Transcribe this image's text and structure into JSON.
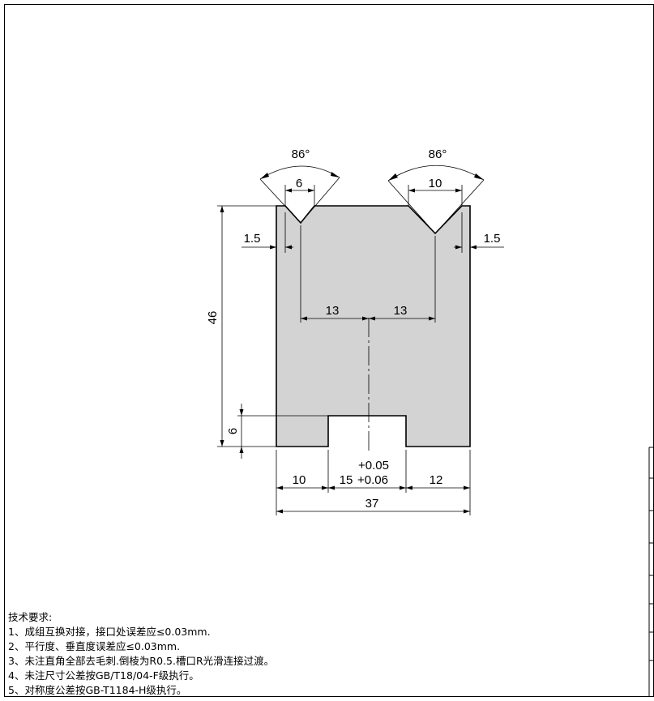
{
  "drawing": {
    "angles": {
      "left": "86°",
      "right": "86°"
    },
    "dimensions": {
      "left_v_width": "6",
      "right_v_width": "10",
      "left_edge_offset": "1.5",
      "right_edge_offset": "1.5",
      "left_v_to_center": "13",
      "right_v_to_center": "13",
      "height": "46",
      "slot_depth": "6",
      "bottom_left": "10",
      "slot_width": "15",
      "slot_tol_upper": "+0.05",
      "slot_tol_lower": "+0.06",
      "bottom_right": "12",
      "total_width": "37"
    },
    "colors": {
      "part_fill": "#d3d3d3",
      "line": "#000000",
      "background": "#ffffff"
    }
  },
  "notes": {
    "heading": "技术要求:",
    "items": [
      "1、成组互换对接，接口处误差应≤0.03mm.",
      "2、平行度、垂直度误差应≤0.03mm.",
      "3、未注直角全部去毛刺.倒棱为R0.5.槽口R光滑连接过渡。",
      "4、未注尺寸公差按GB/T18/04-F级执行。",
      "5、对称度公差按GB-T1184-H级执行。"
    ]
  }
}
